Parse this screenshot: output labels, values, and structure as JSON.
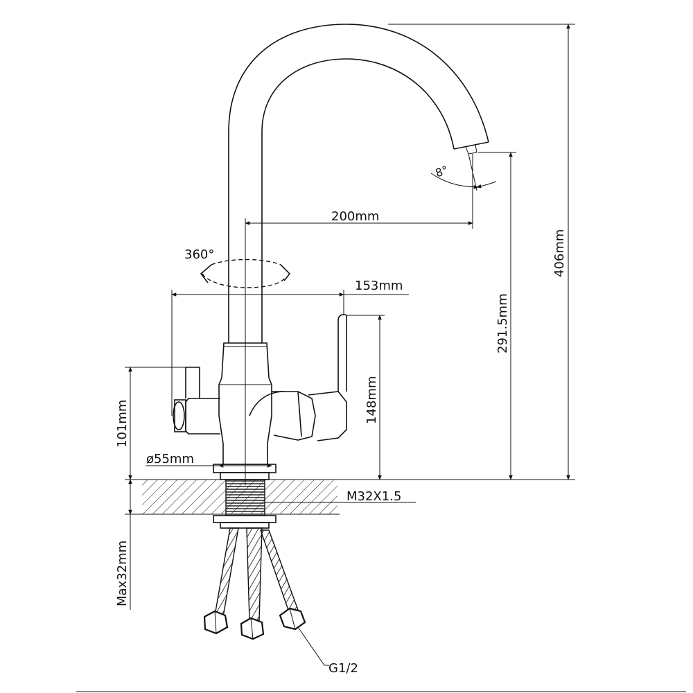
{
  "labels": {
    "angle_spout": "8°",
    "rotation": "360°",
    "reach": "200mm",
    "handle_span": "153mm",
    "height_total": "406mm",
    "height_outlet": "291.5mm",
    "height_handle": "148mm",
    "height_side": "101mm",
    "base_diameter": "ø55mm",
    "thread": "M32X1.5",
    "max_thickness": "Max32mm",
    "connector": "G1/2"
  },
  "colors": {
    "line": "#111111",
    "background": "#ffffff"
  }
}
